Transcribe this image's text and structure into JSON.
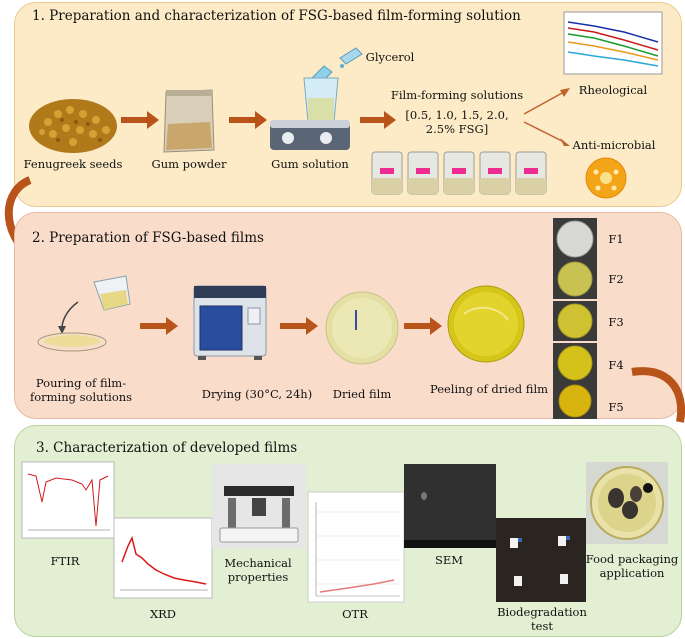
{
  "section1": {
    "title": "1. Preparation and characterization of FSG-based film-forming solution",
    "fenugreek": "Fenugreek seeds",
    "gum_powder": "Gum powder",
    "gum_solution": "Gum solution",
    "glycerol": "Glycerol",
    "ffs_title": "Film-forming solutions",
    "ffs_line1": "[0.5, 1.0, 1.5, 2.0,",
    "ffs_line2": "2.5% FSG]",
    "rheological": "Rheological",
    "antimicrobial": "Anti-microbial"
  },
  "section2": {
    "title": "2. Preparation of FSG-based films",
    "pouring_line1": "Pouring of film-",
    "pouring_line2": "forming solutions",
    "drying": "Drying (30°C, 24h)",
    "dried_film": "Dried film",
    "peeling": "Peeling of dried film",
    "films": [
      "F1",
      "F2",
      "F3",
      "F4",
      "F5"
    ]
  },
  "section3": {
    "title": "3. Characterization of developed films",
    "ftir": "FTIR",
    "xrd": "XRD",
    "mech_line1": "Mechanical",
    "mech_line2": "properties",
    "otr": "OTR",
    "sem": "SEM",
    "bio_line1": "Biodegradation",
    "bio_line2": "test",
    "food_line1": "Food packaging",
    "food_line2": "application"
  },
  "colors": {
    "arrow": "#b8531a",
    "panel1": "#fdebc8",
    "panel2": "#fadccb",
    "panel3": "#e2efd2"
  }
}
